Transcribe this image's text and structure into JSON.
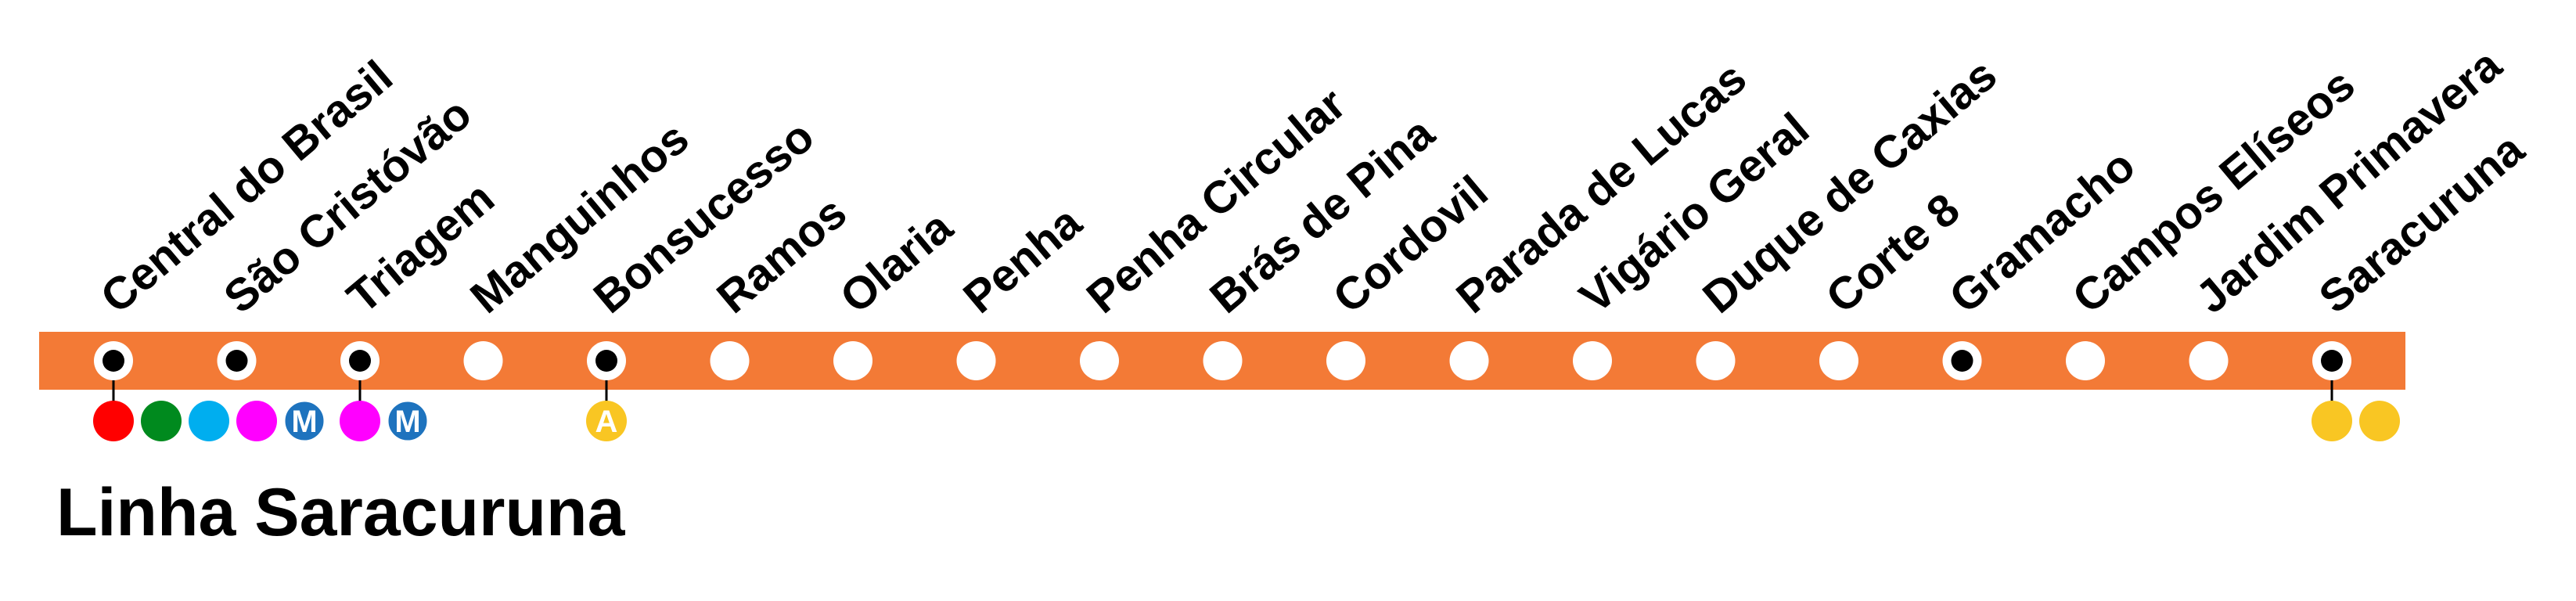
{
  "line": {
    "name": "Linha Saracuruna",
    "color": "#F37A36"
  },
  "stations": [
    {
      "name": "Central do Brasil",
      "interchange": true,
      "connections": [
        {
          "type": "line",
          "color": "#FF0000",
          "name": ""
        },
        {
          "type": "line",
          "color": "#008A1E",
          "name": ""
        },
        {
          "type": "line",
          "color": "#00AEEF",
          "name": ""
        },
        {
          "type": "line",
          "color": "#FF00FF",
          "name": ""
        },
        {
          "type": "metro",
          "color": "#1E73BE",
          "symbol": "M"
        }
      ]
    },
    {
      "name": "São Cristóvão",
      "interchange": true,
      "connections": []
    },
    {
      "name": "Triagem",
      "interchange": true,
      "connections": [
        {
          "type": "line",
          "color": "#FF00FF",
          "name": ""
        },
        {
          "type": "metro",
          "color": "#1E73BE",
          "symbol": "M"
        }
      ]
    },
    {
      "name": "Manguinhos",
      "interchange": false,
      "connections": []
    },
    {
      "name": "Bonsucesso",
      "interchange": true,
      "connections": [
        {
          "type": "line",
          "color": "#F9C623",
          "symbol": "A"
        }
      ]
    },
    {
      "name": "Ramos",
      "interchange": false,
      "connections": []
    },
    {
      "name": "Olaria",
      "interchange": false,
      "connections": []
    },
    {
      "name": "Penha",
      "interchange": false,
      "connections": []
    },
    {
      "name": "Penha Circular",
      "interchange": false,
      "connections": []
    },
    {
      "name": "Brás de Pina",
      "interchange": false,
      "connections": []
    },
    {
      "name": "Cordovil",
      "interchange": false,
      "connections": []
    },
    {
      "name": "Parada de Lucas",
      "interchange": false,
      "connections": []
    },
    {
      "name": "Vigário Geral",
      "interchange": false,
      "connections": []
    },
    {
      "name": "Duque de Caxias",
      "interchange": false,
      "connections": []
    },
    {
      "name": "Corte 8",
      "interchange": false,
      "connections": []
    },
    {
      "name": "Gramacho",
      "interchange": true,
      "connections": []
    },
    {
      "name": "Campos Elíseos",
      "interchange": false,
      "connections": []
    },
    {
      "name": "Jardim Primavera",
      "interchange": false,
      "connections": []
    },
    {
      "name": "Saracuruna",
      "interchange": true,
      "connections": [
        {
          "type": "line",
          "color": "#F9C623",
          "name": ""
        },
        {
          "type": "line",
          "color": "#F9C623",
          "name": ""
        }
      ]
    }
  ]
}
